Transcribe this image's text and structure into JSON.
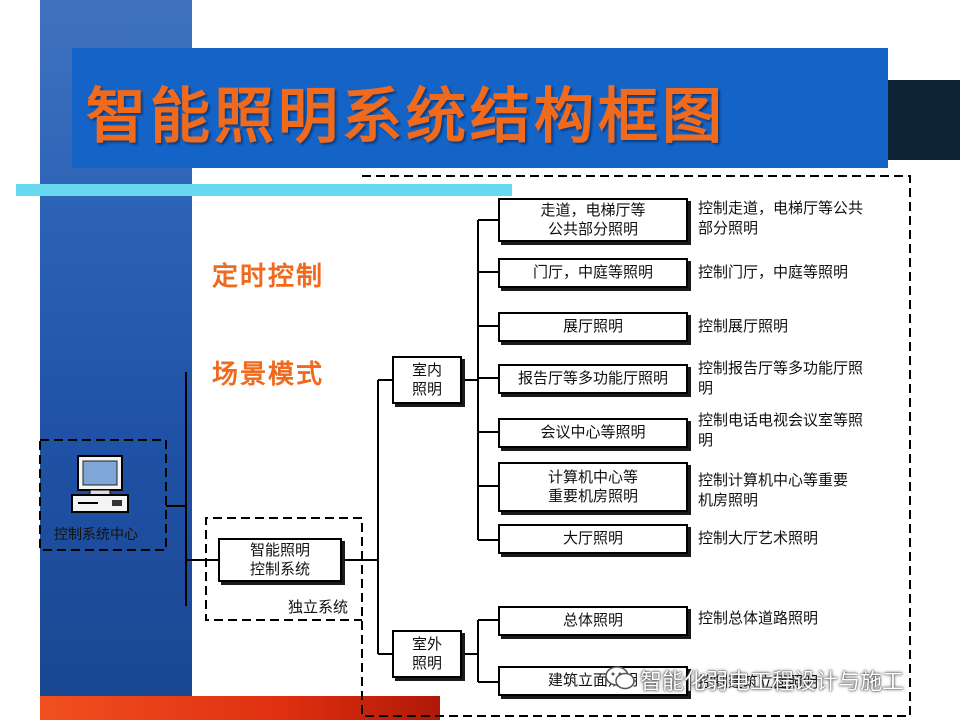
{
  "title": "智能照明系统结构框图",
  "side_labels": [
    "定时控制",
    "场景模式"
  ],
  "control_center": {
    "label": "控制系统中心"
  },
  "main_system": {
    "label": "智能照明\n控制系统",
    "sub_label": "独立系统"
  },
  "branches": {
    "indoor": {
      "label": "室内\n照明"
    },
    "outdoor": {
      "label": "室外\n照明"
    }
  },
  "indoor_items": [
    {
      "label": "走道，电梯厅等\n公共部分照明",
      "desc": "控制走道，电梯厅等公共\n部分照明"
    },
    {
      "label": "门厅，中庭等照明",
      "desc": "控制门厅，中庭等照明"
    },
    {
      "label": "展厅照明",
      "desc": "控制展厅照明"
    },
    {
      "label": "报告厅等多功能厅照明",
      "desc": "控制报告厅等多功能厅照\n明"
    },
    {
      "label": "会议中心等照明",
      "desc": "控制电话电视会议室等照\n明"
    },
    {
      "label": "计算机中心等\n重要机房照明",
      "desc": "控制计算机中心等重要\n机房照明"
    },
    {
      "label": "大厅照明",
      "desc": "控制大厅艺术照明"
    }
  ],
  "outdoor_items": [
    {
      "label": "总体照明",
      "desc": "控制总体道路照明"
    },
    {
      "label": "建筑立面照明",
      "desc": "控制建筑立面照明"
    }
  ],
  "watermark": "智能化弱电工程设计与施工"
}
